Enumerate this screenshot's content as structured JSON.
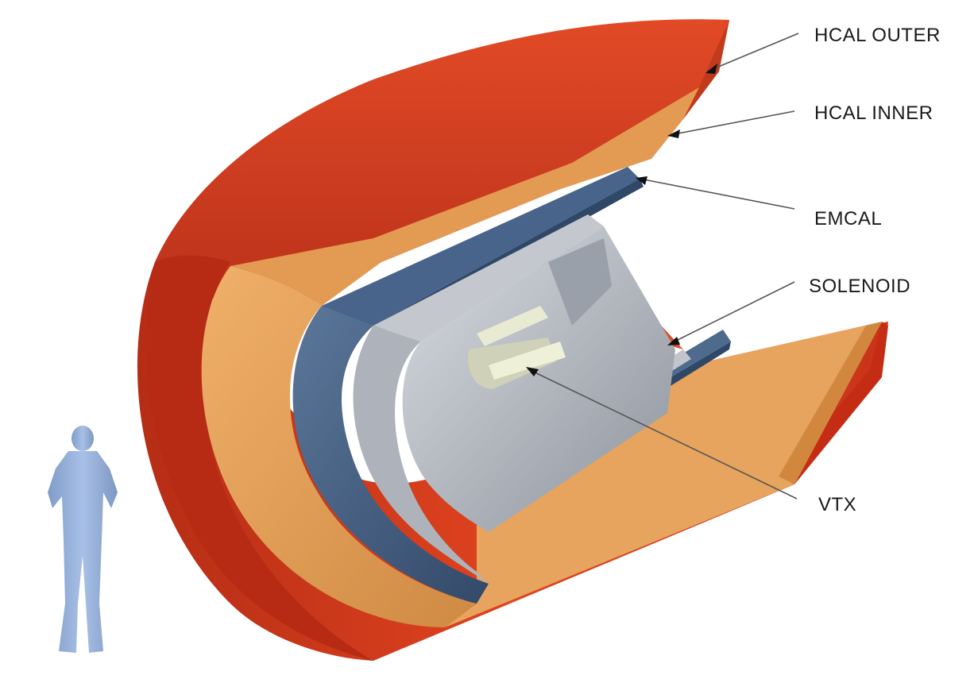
{
  "labels": {
    "hcal_outer": "HCAL OUTER",
    "hcal_inner": "HCAL INNER",
    "emcal": "EMCAL",
    "solenoid": "SOLENOID",
    "vtx": "VTX"
  },
  "colors": {
    "hcal_outer": "#d8351c",
    "hcal_outer_dark": "#a52812",
    "hcal_inner": "#e8a057",
    "hcal_inner_dark": "#c6843e",
    "emcal": "#4e6b8e",
    "emcal_dark": "#2f4868",
    "solenoid": "#b9bec6",
    "vtx": "#e9ead2",
    "human": "#93aed8"
  }
}
